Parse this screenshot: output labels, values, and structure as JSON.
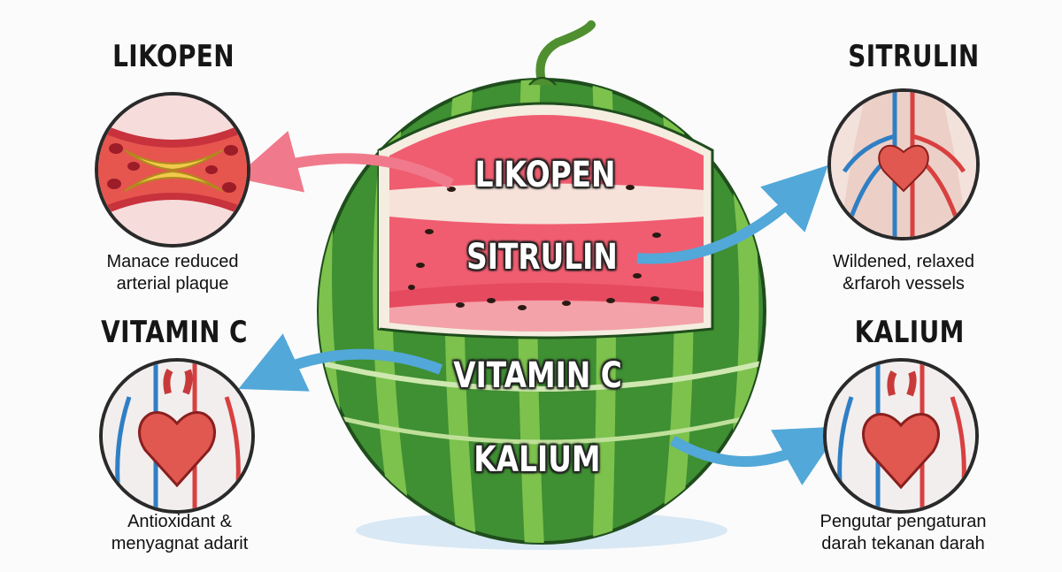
{
  "headings": {
    "likopen": "LIKOPEN",
    "sitrulin": "SITRULIN",
    "vitamin_c": "VITAMIN C",
    "kalium": "KALIUM"
  },
  "melon_labels": {
    "likopen": "LIKOPEN",
    "sitrulin": "SITRULIN",
    "vitamin_c": "VITAMIN C",
    "kalium": "KALIUM"
  },
  "captions": {
    "likopen_line1": "Manace reduced",
    "likopen_line2": "arterial plaque",
    "sitrulin_line1": "Wildened, relaxed",
    "sitrulin_line2": "&rfaroh vessels",
    "vitamin_c_line1": "Antioxidant &",
    "vitamin_c_line2": "menyagnat adarit",
    "kalium_line1": "Pengutar pengaturan",
    "kalium_line2": "darah tekanan darah"
  },
  "colors": {
    "rind_dark": "#2d7a2a",
    "rind_light": "#5fae3e",
    "flesh": "#ef5a6e",
    "arrow_pink": "#f07a8c",
    "arrow_blue": "#52a8d8",
    "heart": "#e0584f"
  },
  "icons": [
    "artery-plaque-icon",
    "vascular-body-icon",
    "heart-icon",
    "heart-icon"
  ]
}
